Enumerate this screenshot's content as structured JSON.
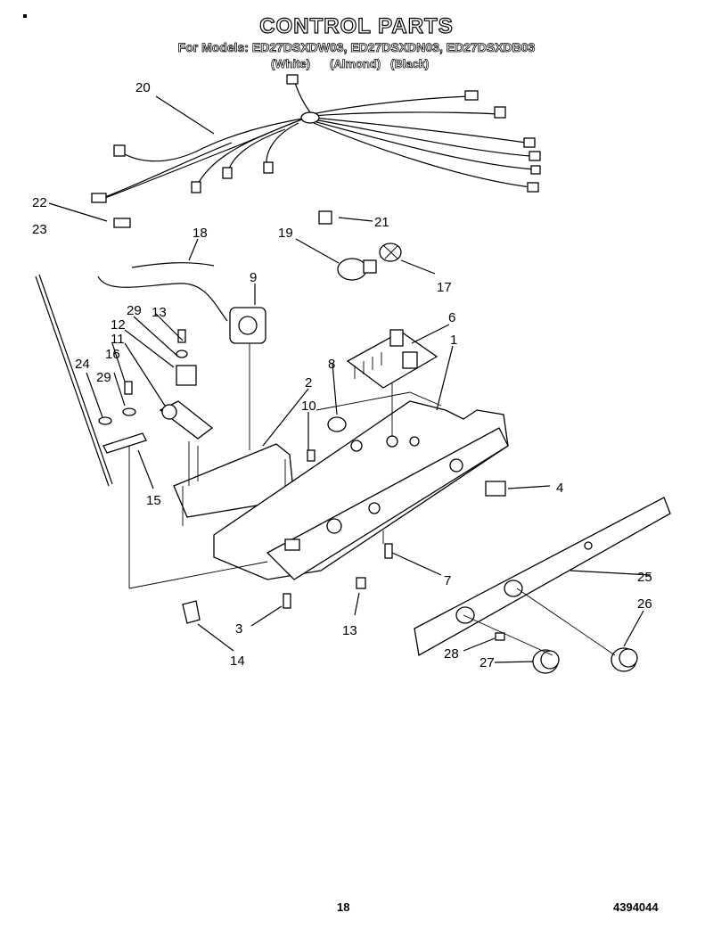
{
  "title": "CONTROL PARTS",
  "models": "For Models: ED27DSXDW03, ED27DSXDN03, ED27DSXDB03",
  "colors": [
    "(White)",
    "(Almond)",
    "(Black)"
  ],
  "page_number": "18",
  "doc_number": "4394044",
  "callouts": [
    "20",
    "22",
    "23",
    "21",
    "19",
    "18",
    "17",
    "9",
    "6",
    "29",
    "13",
    "12",
    "1",
    "11",
    "16",
    "8",
    "24",
    "29",
    "2",
    "10",
    "15",
    "4",
    "7",
    "25",
    "26",
    "3",
    "13",
    "14",
    "28",
    "27"
  ]
}
